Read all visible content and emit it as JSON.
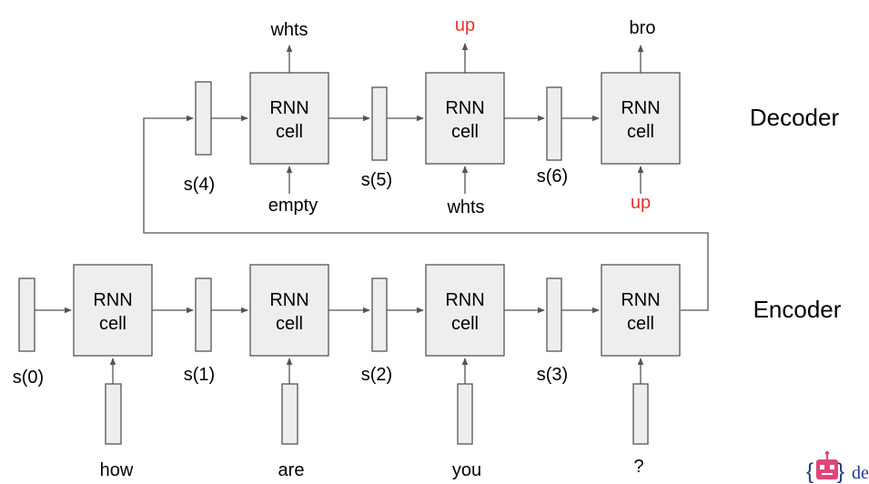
{
  "sections": {
    "decoder_label": "Decoder",
    "encoder_label": "Encoder"
  },
  "cell": {
    "line1": "RNN",
    "line2": "cell"
  },
  "decoder": {
    "states": [
      "s(4)",
      "s(5)",
      "s(6)"
    ],
    "inputs": [
      "empty",
      "whts",
      "up"
    ],
    "outputs": [
      "whts",
      "up",
      "bro"
    ]
  },
  "encoder": {
    "states": [
      "s(0)",
      "s(1)",
      "s(2)",
      "s(3)"
    ],
    "inputs": [
      "how",
      "are",
      "you",
      "?"
    ]
  },
  "colors": {
    "highlight": "#e8322a",
    "box_fill": "#eeeeee",
    "stroke": "#555555"
  },
  "logo": {
    "text": "de"
  }
}
